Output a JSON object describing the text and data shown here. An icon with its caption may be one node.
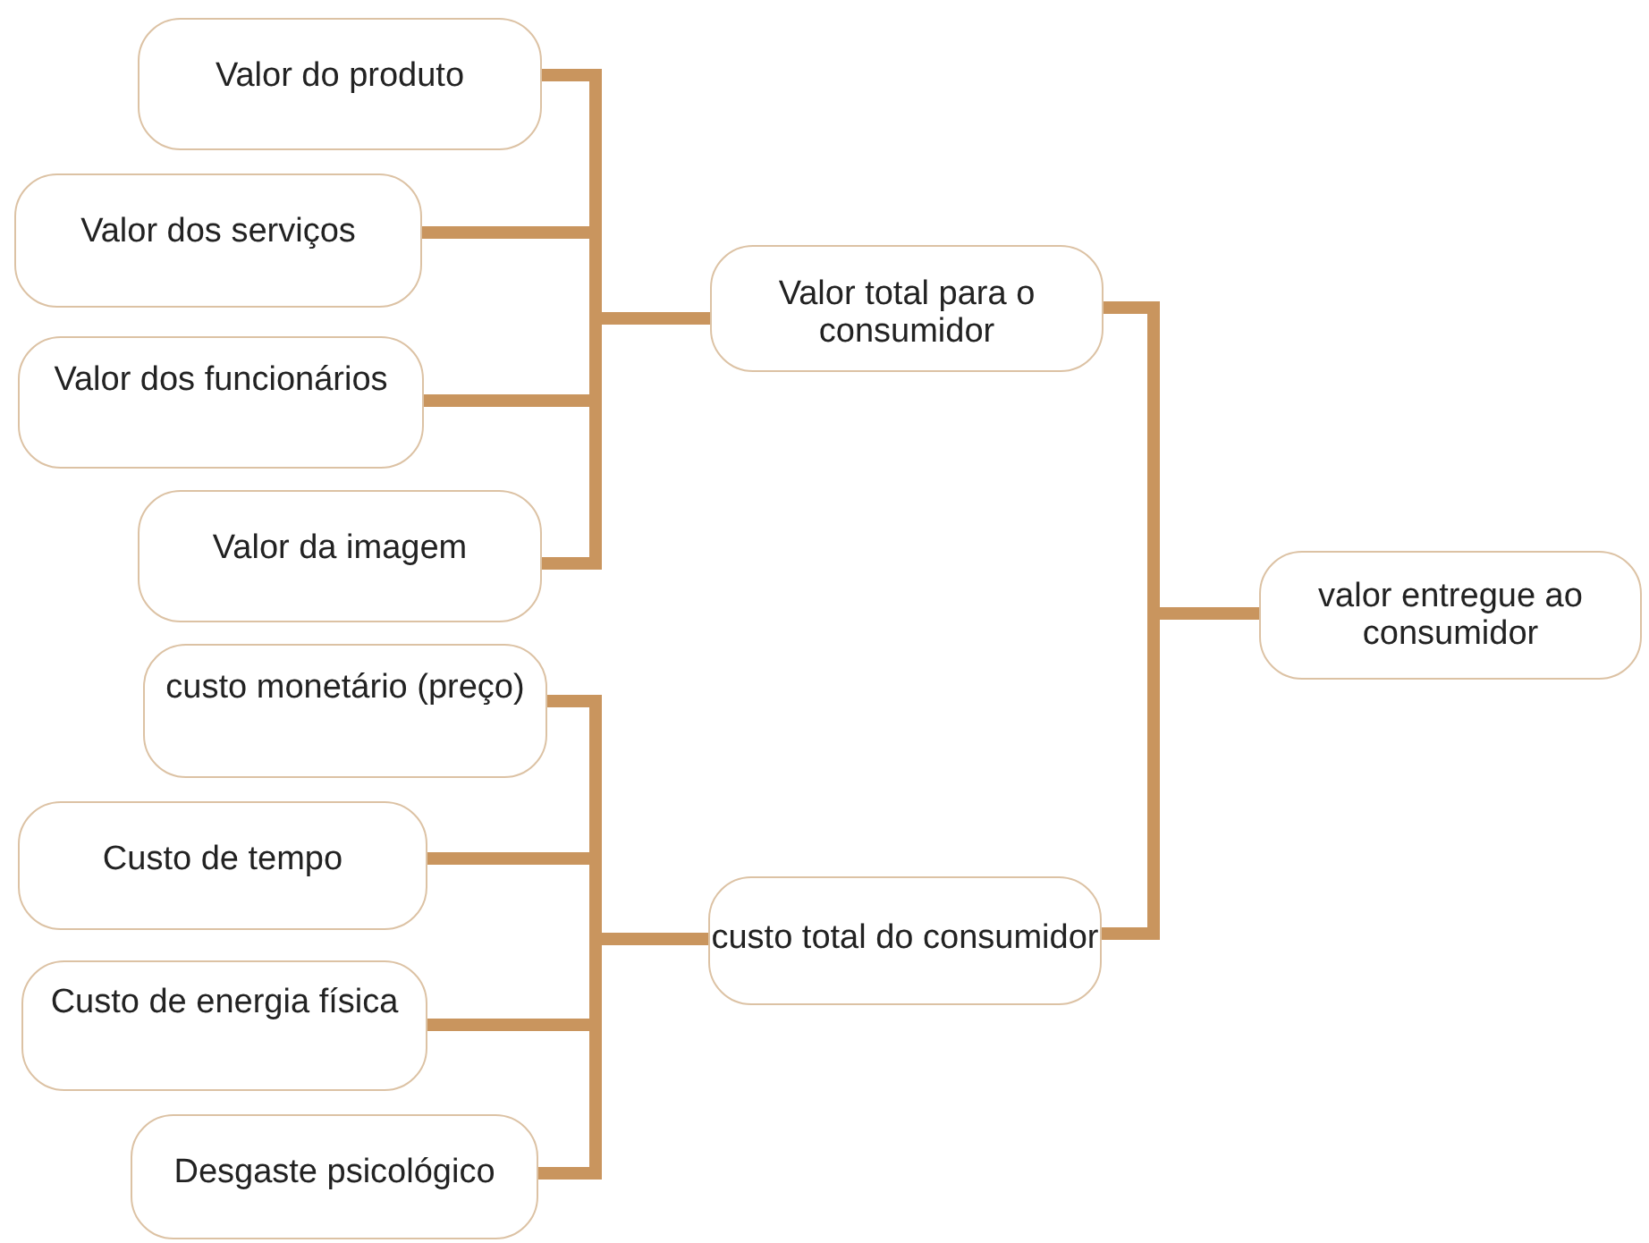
{
  "diagram": {
    "nodes": [
      {
        "text": [
          "Valor do produto"
        ]
      },
      {
        "text": [
          "Valor dos serviços"
        ]
      },
      {
        "text": [
          "Valor dos funcionários"
        ]
      },
      {
        "text": [
          "Valor da imagem"
        ]
      },
      {
        "text": [
          "Valor total para o consumidor"
        ]
      },
      {
        "text": [
          "custo monetário (preço)"
        ]
      },
      {
        "text": [
          "Custo de tempo"
        ]
      },
      {
        "text": [
          "Custo de energia física"
        ]
      },
      {
        "text": [
          "Desgaste psicológico"
        ]
      },
      {
        "text": [
          "custo total do consumidor"
        ]
      },
      {
        "text": [
          "valor entregue ao consumidor"
        ]
      }
    ],
    "edges": [
      {
        "from": 0,
        "to": 4,
        "arrow": "none"
      },
      {
        "from": 1,
        "to": 4,
        "arrow": "none"
      },
      {
        "from": 2,
        "to": 4,
        "arrow": "none"
      },
      {
        "from": 3,
        "to": 4,
        "arrow": "none"
      },
      {
        "from": 5,
        "to": 9,
        "arrow": "none"
      },
      {
        "from": 6,
        "to": 9,
        "arrow": "none"
      },
      {
        "from": 7,
        "to": 9,
        "arrow": "none"
      },
      {
        "from": 8,
        "to": 9,
        "arrow": "none"
      },
      {
        "from": 4,
        "to": 10,
        "arrow": "none"
      },
      {
        "from": 9,
        "to": 10,
        "arrow": "none"
      }
    ]
  }
}
